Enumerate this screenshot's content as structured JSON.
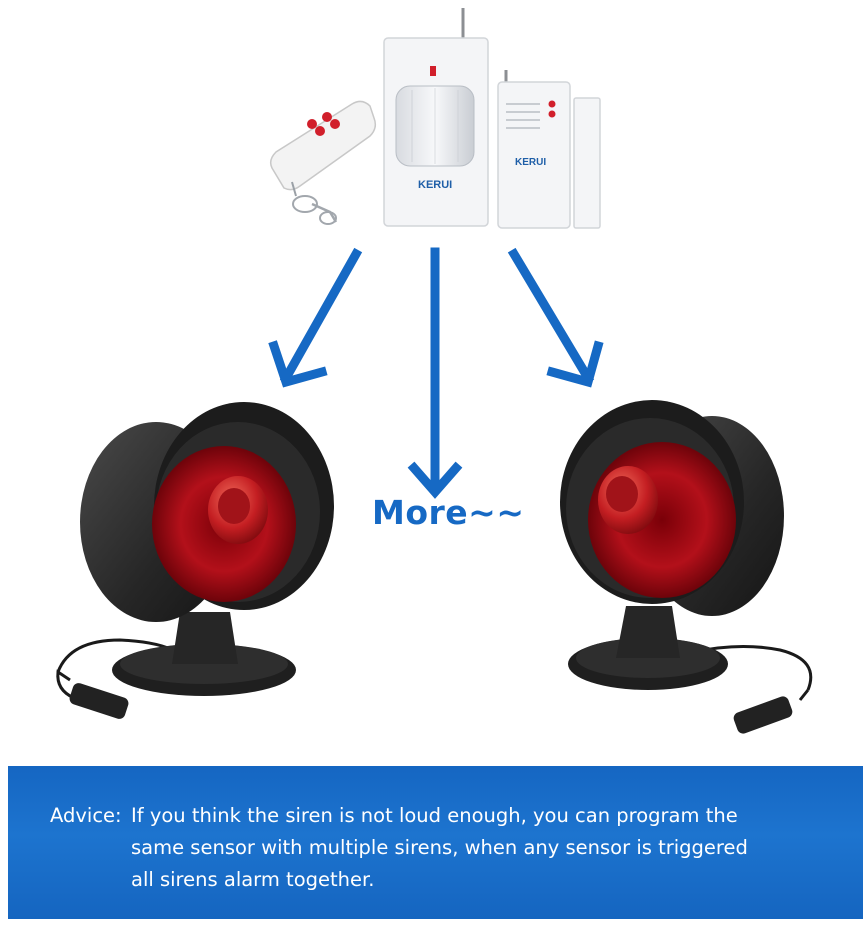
{
  "arrows": {
    "center_label": "More~~"
  },
  "devices": {
    "pir_sensor_brand": "KERUI",
    "door_sensor_brand": "KERUI"
  },
  "advice": {
    "label": "Advice:",
    "lines": [
      "If you think the siren is not loud enough, you can program the",
      "same sensor with multiple sirens, when any sensor is triggered",
      "all sirens alarm together."
    ]
  },
  "colors": {
    "arrow": "#1669c4",
    "advice_bg": "#1566c2",
    "siren_body": "#2b2b2b",
    "siren_cone": "#b3101a"
  }
}
